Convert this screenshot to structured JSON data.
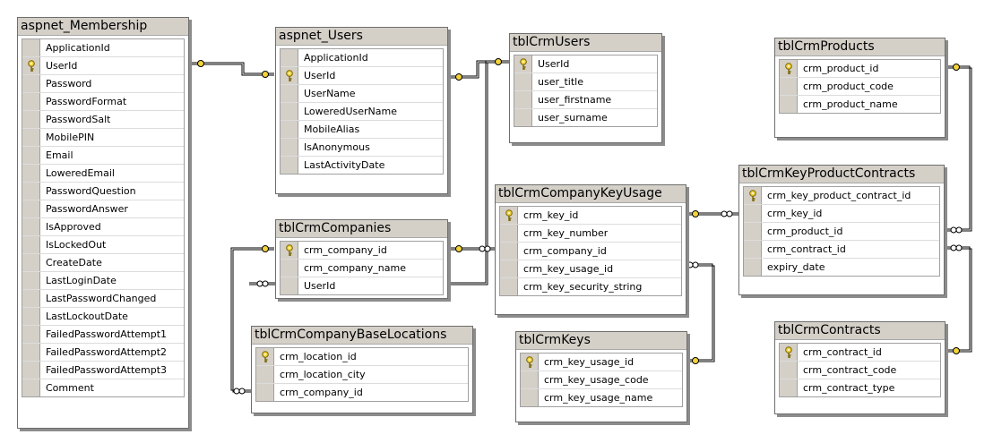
{
  "diagram": {
    "tables": [
      {
        "title": "aspnet_Membership",
        "columns": [
          {
            "name": "ApplicationId",
            "pk": false
          },
          {
            "name": "UserId",
            "pk": true
          },
          {
            "name": "Password",
            "pk": false
          },
          {
            "name": "PasswordFormat",
            "pk": false
          },
          {
            "name": "PasswordSalt",
            "pk": false
          },
          {
            "name": "MobilePIN",
            "pk": false
          },
          {
            "name": "Email",
            "pk": false
          },
          {
            "name": "LoweredEmail",
            "pk": false
          },
          {
            "name": "PasswordQuestion",
            "pk": false
          },
          {
            "name": "PasswordAnswer",
            "pk": false
          },
          {
            "name": "IsApproved",
            "pk": false
          },
          {
            "name": "IsLockedOut",
            "pk": false
          },
          {
            "name": "CreateDate",
            "pk": false
          },
          {
            "name": "LastLoginDate",
            "pk": false
          },
          {
            "name": "LastPasswordChanged",
            "pk": false
          },
          {
            "name": "LastLockoutDate",
            "pk": false
          },
          {
            "name": "FailedPasswordAttempt1",
            "pk": false
          },
          {
            "name": "FailedPasswordAttempt2",
            "pk": false
          },
          {
            "name": "FailedPasswordAttempt3",
            "pk": false
          },
          {
            "name": "Comment",
            "pk": false
          }
        ]
      },
      {
        "title": "aspnet_Users",
        "columns": [
          {
            "name": "ApplicationId",
            "pk": false
          },
          {
            "name": "UserId",
            "pk": true
          },
          {
            "name": "UserName",
            "pk": false
          },
          {
            "name": "LoweredUserName",
            "pk": false
          },
          {
            "name": "MobileAlias",
            "pk": false
          },
          {
            "name": "IsAnonymous",
            "pk": false
          },
          {
            "name": "LastActivityDate",
            "pk": false
          }
        ]
      },
      {
        "title": "tblCrmUsers",
        "columns": [
          {
            "name": "UserId",
            "pk": true
          },
          {
            "name": "user_title",
            "pk": false
          },
          {
            "name": "user_firstname",
            "pk": false
          },
          {
            "name": "user_surname",
            "pk": false
          }
        ]
      },
      {
        "title": "tblCrmProducts",
        "columns": [
          {
            "name": "crm_product_id",
            "pk": true
          },
          {
            "name": "crm_product_code",
            "pk": false
          },
          {
            "name": "crm_product_name",
            "pk": false
          }
        ]
      },
      {
        "title": "tblCrmKeyProductContracts",
        "columns": [
          {
            "name": "crm_key_product_contract_id",
            "pk": true
          },
          {
            "name": "crm_key_id",
            "pk": false
          },
          {
            "name": "crm_product_id",
            "pk": false
          },
          {
            "name": "crm_contract_id",
            "pk": false
          },
          {
            "name": "expiry_date",
            "pk": false
          }
        ]
      },
      {
        "title": "tblCrmCompanyKeyUsage",
        "columns": [
          {
            "name": "crm_key_id",
            "pk": true
          },
          {
            "name": "crm_key_number",
            "pk": false
          },
          {
            "name": "crm_company_id",
            "pk": false
          },
          {
            "name": "crm_key_usage_id",
            "pk": false
          },
          {
            "name": "crm_key_security_string",
            "pk": false
          }
        ]
      },
      {
        "title": "tblCrmCompanies",
        "columns": [
          {
            "name": "crm_company_id",
            "pk": true
          },
          {
            "name": "crm_company_name",
            "pk": false
          },
          {
            "name": "UserId",
            "pk": false
          }
        ]
      },
      {
        "title": "tblCrmCompanyBaseLocations",
        "columns": [
          {
            "name": "crm_location_id",
            "pk": true
          },
          {
            "name": "crm_location_city",
            "pk": false
          },
          {
            "name": "crm_company_id",
            "pk": false
          }
        ]
      },
      {
        "title": "tblCrmKeys",
        "columns": [
          {
            "name": "crm_key_usage_id",
            "pk": true
          },
          {
            "name": "crm_key_usage_code",
            "pk": false
          },
          {
            "name": "crm_key_usage_name",
            "pk": false
          }
        ]
      },
      {
        "title": "tblCrmContracts",
        "columns": [
          {
            "name": "crm_contract_id",
            "pk": true
          },
          {
            "name": "crm_contract_code",
            "pk": false
          },
          {
            "name": "crm_contract_type",
            "pk": false
          }
        ]
      }
    ],
    "relationships": [
      {
        "from": "aspnet_Membership.UserId",
        "to": "aspnet_Users.UserId"
      },
      {
        "from": "aspnet_Users.UserId",
        "to": "tblCrmUsers.UserId"
      },
      {
        "from": "tblCrmUsers.UserId",
        "to": "tblCrmCompanies.UserId"
      },
      {
        "from": "tblCrmCompanies.crm_company_id",
        "to": "tblCrmCompanyBaseLocations.crm_company_id"
      },
      {
        "from": "tblCrmCompanies.crm_company_id",
        "to": "tblCrmCompanyKeyUsage.crm_company_id"
      },
      {
        "from": "tblCrmCompanyKeyUsage.crm_key_id",
        "to": "tblCrmKeyProductContracts.crm_key_id"
      },
      {
        "from": "tblCrmKeys.crm_key_usage_id",
        "to": "tblCrmCompanyKeyUsage.crm_key_usage_id"
      },
      {
        "from": "tblCrmProducts.crm_product_id",
        "to": "tblCrmKeyProductContracts.crm_product_id"
      },
      {
        "from": "tblCrmContracts.crm_contract_id",
        "to": "tblCrmKeyProductContracts.crm_contract_id"
      }
    ],
    "colors": {
      "line": "#000000",
      "key": "#f3d33a",
      "header": "#d4d0c8"
    }
  }
}
